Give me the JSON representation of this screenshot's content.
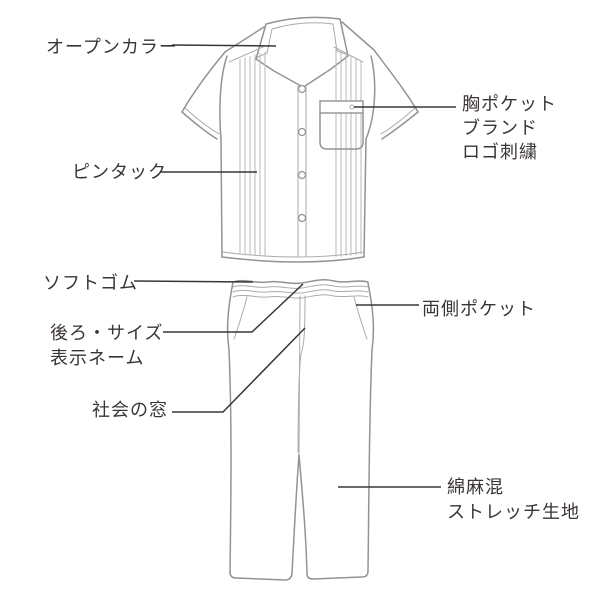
{
  "colors": {
    "background": "#ffffff",
    "label_text": "#3b3437",
    "pointer_line": "#3b3437",
    "garment_outline": "#939393",
    "garment_detail": "#ababab",
    "garment_tuck": "#b9b9b9"
  },
  "labels": {
    "open_collar": "オープンカラー",
    "pintuck": "ピンタック",
    "chest_pocket": [
      "胸ポケット",
      "ブランド",
      "ロゴ刺繍"
    ],
    "soft_elastic": "ソフトゴム",
    "back_size_name": [
      "後ろ・サイズ",
      "表示ネーム"
    ],
    "fly": "社会の窓",
    "side_pockets": "両側ポケット",
    "fabric": [
      "綿麻混",
      "ストレッチ生地"
    ]
  }
}
